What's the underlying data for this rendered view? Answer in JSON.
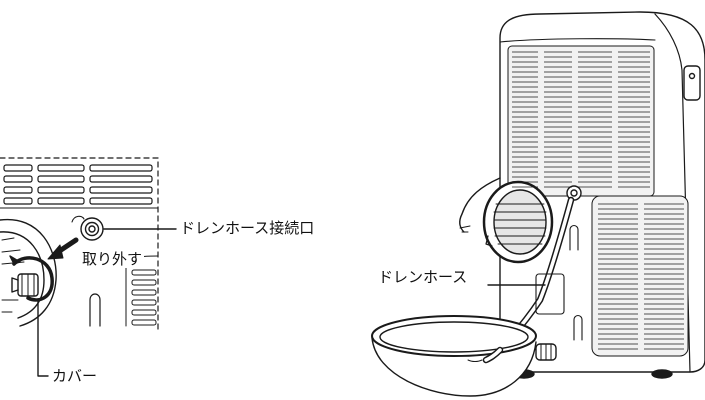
{
  "colors": {
    "line": "#1a1a1a",
    "body": "#ffffff",
    "shade": "#d9d9d9",
    "dark": "#555555"
  },
  "labels": {
    "drain_port": "ドレンホース接続口",
    "remove": "取り外す",
    "cover": "カバー",
    "drain_hose": "ドレンホース"
  }
}
